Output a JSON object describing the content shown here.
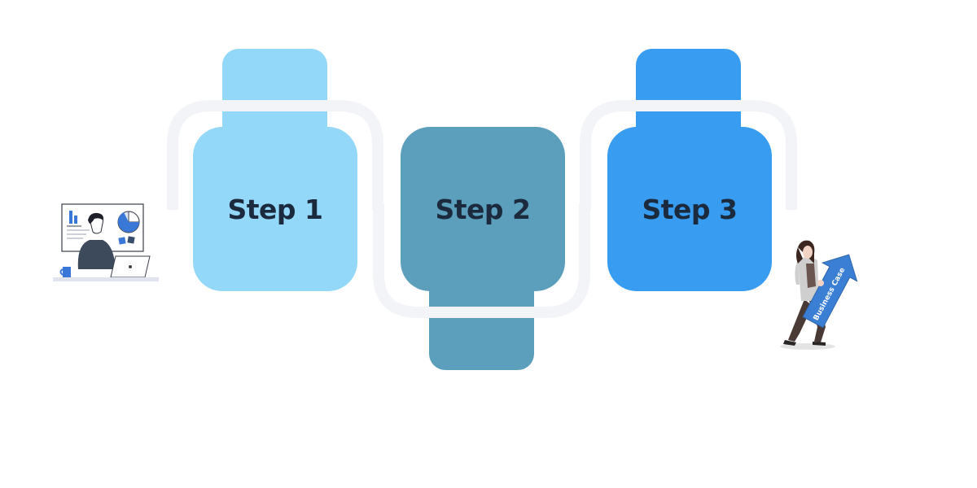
{
  "steps": [
    {
      "label": "Step 1",
      "color": "#93d8f9"
    },
    {
      "label": "Step 2",
      "color": "#5c9fbd"
    },
    {
      "label": "Step 3",
      "color": "#389cf1"
    }
  ],
  "connector_color": "#f3f4f8",
  "illustrations": {
    "left": "person-at-laptop-with-charts-icon",
    "right": "woman-carrying-arrow-icon",
    "arrow_text": "Business Case"
  }
}
